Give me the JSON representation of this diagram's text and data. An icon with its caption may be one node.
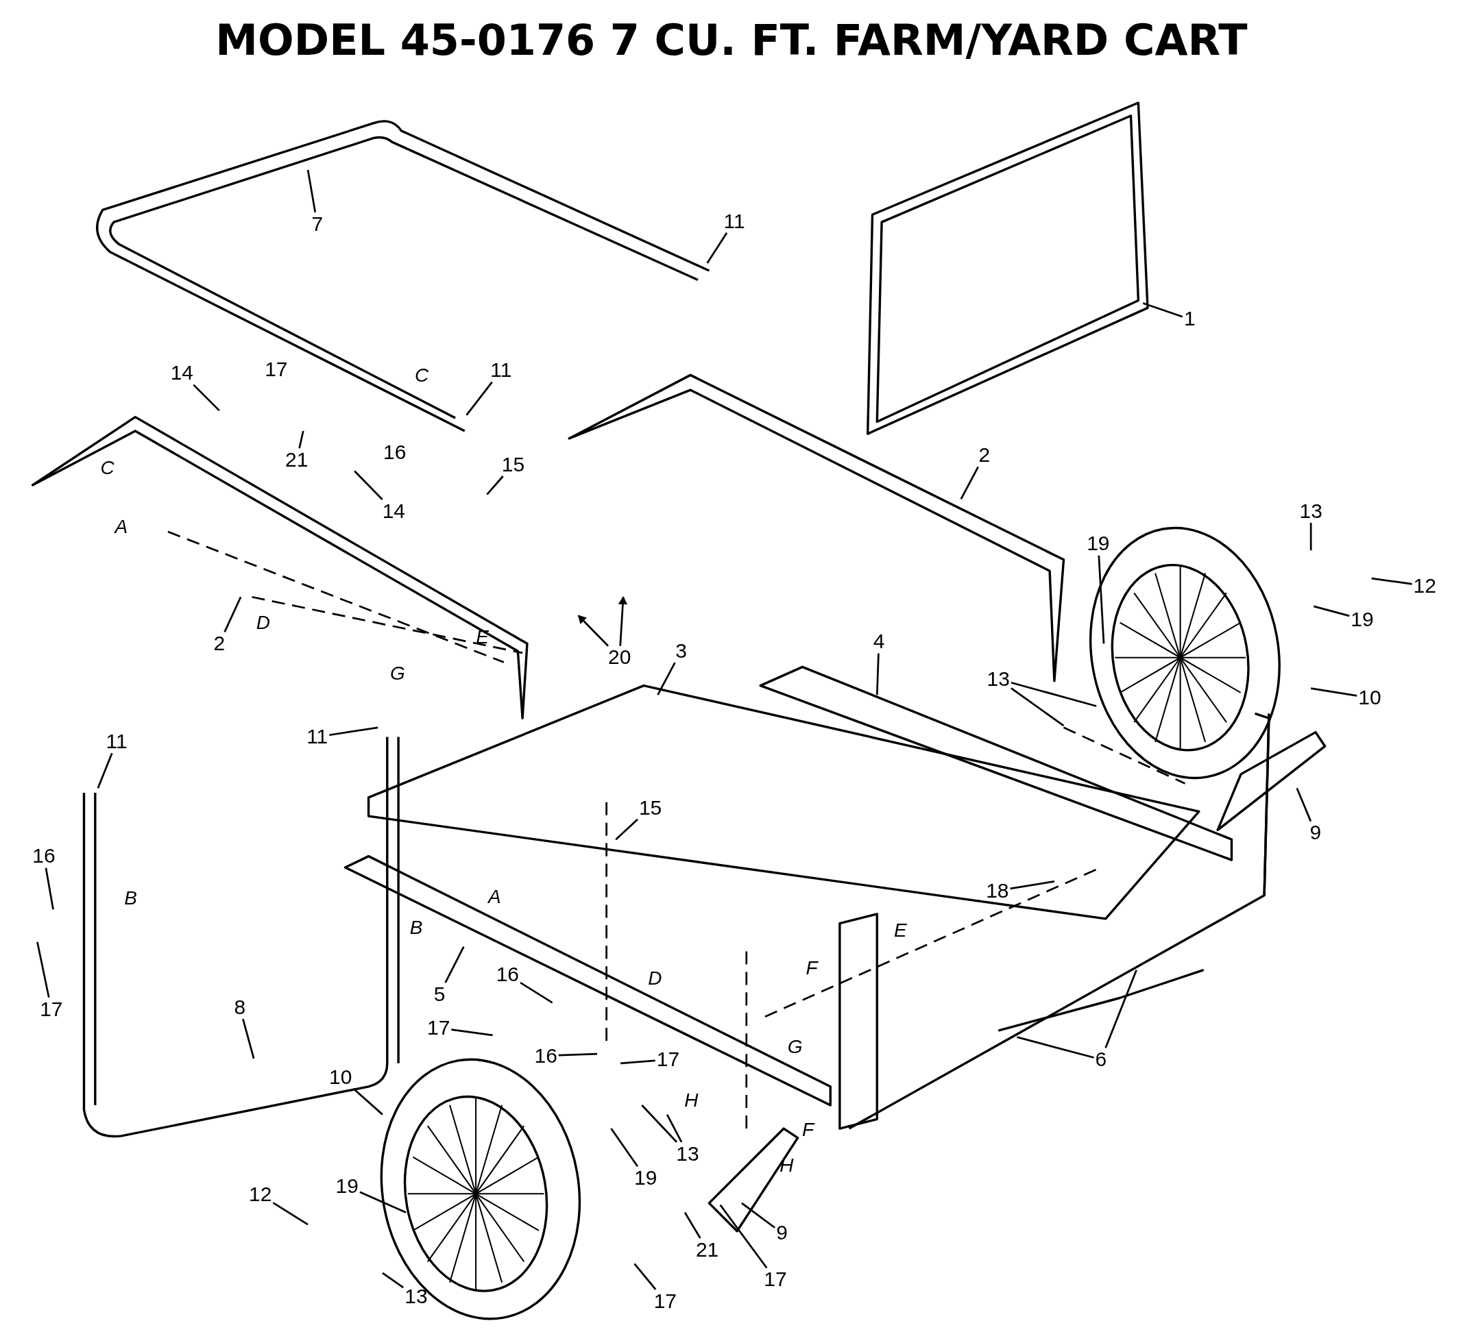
{
  "diagram": {
    "title": "MODEL 45-0176 7 CU. FT. FARM/YARD CART",
    "nodes": [
      {
        "text": [
          "7"
        ]
      },
      {
        "text": [
          "11"
        ]
      },
      {
        "text": [
          "1"
        ]
      },
      {
        "text": [
          "14"
        ]
      },
      {
        "text": [
          "11"
        ]
      },
      {
        "text": [
          "21"
        ]
      },
      {
        "text": [
          "2"
        ]
      },
      {
        "text": [
          "15"
        ]
      },
      {
        "text": [
          "13"
        ]
      },
      {
        "text": [
          "14"
        ]
      },
      {
        "text": [
          "19"
        ]
      },
      {
        "text": [
          "12"
        ]
      },
      {
        "text": [
          "19"
        ]
      },
      {
        "text": [
          "4"
        ]
      },
      {
        "text": [
          "2"
        ]
      },
      {
        "text": [
          "3"
        ]
      },
      {
        "text": [
          "20"
        ]
      },
      {
        "text": [
          "13"
        ]
      },
      {
        "text": [
          "10"
        ]
      },
      {
        "text": [
          "11"
        ]
      },
      {
        "text": [
          "11"
        ]
      },
      {
        "text": [
          "15"
        ]
      },
      {
        "text": [
          "9"
        ]
      },
      {
        "text": [
          "16"
        ]
      },
      {
        "text": [
          "18"
        ]
      },
      {
        "text": [
          "16"
        ]
      },
      {
        "text": [
          "5"
        ]
      },
      {
        "text": [
          "8"
        ]
      },
      {
        "text": [
          "17"
        ]
      },
      {
        "text": [
          "17"
        ]
      },
      {
        "text": [
          "16"
        ]
      },
      {
        "text": [
          "17"
        ]
      },
      {
        "text": [
          "6"
        ]
      },
      {
        "text": [
          "10"
        ]
      },
      {
        "text": [
          "13"
        ]
      },
      {
        "text": [
          "19"
        ]
      },
      {
        "text": [
          "19"
        ]
      },
      {
        "text": [
          "12"
        ]
      },
      {
        "text": [
          "9"
        ]
      },
      {
        "text": [
          "21"
        ]
      },
      {
        "text": [
          "17"
        ]
      },
      {
        "text": [
          "13"
        ]
      },
      {
        "text": [
          "17"
        ]
      }
    ],
    "edges": [
      {
        "from": 0,
        "to": null,
        "arrow": "none"
      },
      {
        "from": 1,
        "to": null,
        "arrow": "none"
      },
      {
        "from": 2,
        "to": null,
        "arrow": "none"
      },
      {
        "from": 3,
        "to": null,
        "arrow": "none"
      },
      {
        "from": 4,
        "to": null,
        "arrow": "none"
      },
      {
        "from": 5,
        "to": null,
        "arrow": "none"
      },
      {
        "from": 6,
        "to": null,
        "arrow": "none"
      },
      {
        "from": 7,
        "to": null,
        "arrow": "none"
      },
      {
        "from": 8,
        "to": null,
        "arrow": "none"
      },
      {
        "from": 9,
        "to": null,
        "arrow": "none"
      },
      {
        "from": 10,
        "to": null,
        "arrow": "none"
      },
      {
        "from": 11,
        "to": null,
        "arrow": "none"
      },
      {
        "from": 12,
        "to": null,
        "arrow": "none"
      },
      {
        "from": 13,
        "to": null,
        "arrow": "none"
      },
      {
        "from": 14,
        "to": null,
        "arrow": "none"
      },
      {
        "from": 15,
        "to": null,
        "arrow": "none"
      },
      {
        "from": 16,
        "to": null,
        "arrow": "to"
      },
      {
        "from": 16,
        "to": null,
        "arrow": "to"
      },
      {
        "from": 17,
        "to": null,
        "arrow": "none"
      },
      {
        "from": 17,
        "to": null,
        "arrow": "none"
      },
      {
        "from": 18,
        "to": null,
        "arrow": "none"
      },
      {
        "from": 19,
        "to": null,
        "arrow": "none"
      },
      {
        "from": 20,
        "to": null,
        "arrow": "none"
      },
      {
        "from": 21,
        "to": null,
        "arrow": "none"
      },
      {
        "from": 22,
        "to": null,
        "arrow": "none"
      },
      {
        "from": 23,
        "to": null,
        "arrow": "none"
      },
      {
        "from": 24,
        "to": null,
        "arrow": "none"
      },
      {
        "from": 25,
        "to": null,
        "arrow": "none"
      },
      {
        "from": 26,
        "to": null,
        "arrow": "none"
      },
      {
        "from": 27,
        "to": null,
        "arrow": "none"
      },
      {
        "from": 28,
        "to": null,
        "arrow": "none"
      },
      {
        "from": 29,
        "to": null,
        "arrow": "none"
      },
      {
        "from": 30,
        "to": null,
        "arrow": "none"
      },
      {
        "from": 31,
        "to": null,
        "arrow": "none"
      },
      {
        "from": 32,
        "to": null,
        "arrow": "none"
      },
      {
        "from": 32,
        "to": null,
        "arrow": "none"
      },
      {
        "from": 33,
        "to": null,
        "arrow": "none"
      },
      {
        "from": 34,
        "to": null,
        "arrow": "none"
      },
      {
        "from": 34,
        "to": null,
        "arrow": "none"
      },
      {
        "from": 35,
        "to": null,
        "arrow": "none"
      },
      {
        "from": 36,
        "to": null,
        "arrow": "none"
      },
      {
        "from": 37,
        "to": null,
        "arrow": "none"
      },
      {
        "from": 38,
        "to": null,
        "arrow": "none"
      },
      {
        "from": 39,
        "to": null,
        "arrow": "none"
      },
      {
        "from": 40,
        "to": null,
        "arrow": "none"
      },
      {
        "from": 41,
        "to": null,
        "arrow": "none"
      },
      {
        "from": 42,
        "to": null,
        "arrow": "none"
      }
    ],
    "labels": [
      "17",
      "C",
      "16",
      "C",
      "A",
      "D",
      "E",
      "G",
      "A",
      "B",
      "B",
      "E",
      "F",
      "D",
      "G",
      "H",
      "F",
      "H"
    ]
  }
}
